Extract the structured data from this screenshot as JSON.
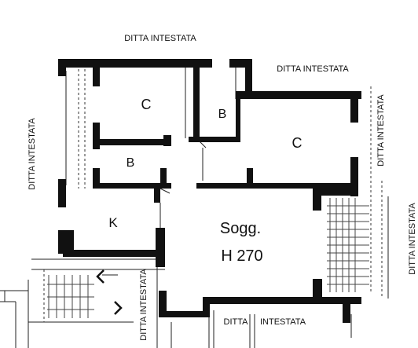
{
  "labels": {
    "neighbor_top": "DITTA INTESTATA",
    "neighbor_top_right": "DITTA INTESTATA",
    "neighbor_left": "DITTA INTESTATA",
    "neighbor_right_inner": "DITTA INTESTATA",
    "neighbor_right_edge": "DITTA INTESTATA",
    "neighbor_bottom_left": "DITTA INTESTATA",
    "neighbor_bottom_a": "DITTA",
    "neighbor_bottom_b": "INTESTATA"
  },
  "rooms": {
    "camera_1": "C",
    "bagno_1": "B",
    "camera_2": "C",
    "bagno_2": "B",
    "cucina": "K",
    "soggiorno": "Sogg.",
    "height": "H 270"
  }
}
